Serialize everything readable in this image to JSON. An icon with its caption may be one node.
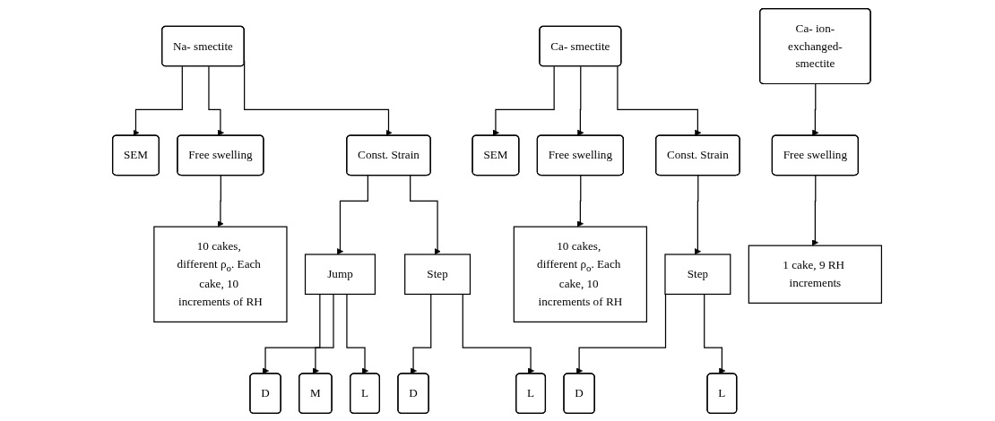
{
  "diagram": {
    "nodes": [
      {
        "text": [
          "Na- smectite"
        ]
      },
      {
        "text": [
          "SEM"
        ]
      },
      {
        "text": [
          "Free swelling"
        ]
      },
      {
        "text": [
          "Const. Strain"
        ]
      },
      {
        "text": [
          "10 cakes, different ρ$_{o}$. Each cake, 10 increments of RH"
        ]
      },
      {
        "text": [
          "Jump"
        ]
      },
      {
        "text": [
          "Step"
        ]
      },
      {
        "text": [
          "D"
        ]
      },
      {
        "text": [
          "M"
        ]
      },
      {
        "text": [
          "L"
        ]
      },
      {
        "text": [
          "D"
        ]
      },
      {
        "text": [
          "L"
        ]
      },
      {
        "text": [
          "Ca- smectite"
        ]
      },
      {
        "text": [
          "SEM"
        ]
      },
      {
        "text": [
          "Free swelling"
        ]
      },
      {
        "text": [
          "Const. Strain"
        ]
      },
      {
        "text": [
          "10 cakes, different ρ$_{o}$. Each cake, 10 increments of RH"
        ]
      },
      {
        "text": [
          "Step"
        ]
      },
      {
        "text": [
          "D"
        ]
      },
      {
        "text": [
          "L"
        ]
      },
      {
        "text": [
          "Ca- ion-exchanged-smectite"
        ]
      },
      {
        "text": [
          "Free swelling"
        ]
      },
      {
        "text": [
          "1 cake, 9 RH increments"
        ]
      }
    ],
    "edges": [
      {
        "from": 0,
        "to": 1,
        "arrow": "to"
      },
      {
        "from": 0,
        "to": 2,
        "arrow": "to"
      },
      {
        "from": 0,
        "to": 3,
        "arrow": "to"
      },
      {
        "from": 2,
        "to": 4,
        "arrow": "to"
      },
      {
        "from": 3,
        "to": 5,
        "arrow": "to"
      },
      {
        "from": 3,
        "to": 6,
        "arrow": "to"
      },
      {
        "from": 5,
        "to": 7,
        "arrow": "to"
      },
      {
        "from": 5,
        "to": 8,
        "arrow": "to"
      },
      {
        "from": 5,
        "to": 9,
        "arrow": "to"
      },
      {
        "from": 6,
        "to": 10,
        "arrow": "to"
      },
      {
        "from": 6,
        "to": 11,
        "arrow": "to"
      },
      {
        "from": 12,
        "to": 13,
        "arrow": "to"
      },
      {
        "from": 12,
        "to": 14,
        "arrow": "to"
      },
      {
        "from": 12,
        "to": 15,
        "arrow": "to"
      },
      {
        "from": 14,
        "to": 16,
        "arrow": "to"
      },
      {
        "from": 15,
        "to": 17,
        "arrow": "to"
      },
      {
        "from": 17,
        "to": 18,
        "arrow": "to"
      },
      {
        "from": 17,
        "to": 19,
        "arrow": "to"
      },
      {
        "from": 20,
        "to": 21,
        "arrow": "to"
      },
      {
        "from": 21,
        "to": 22,
        "arrow": "to"
      }
    ]
  }
}
